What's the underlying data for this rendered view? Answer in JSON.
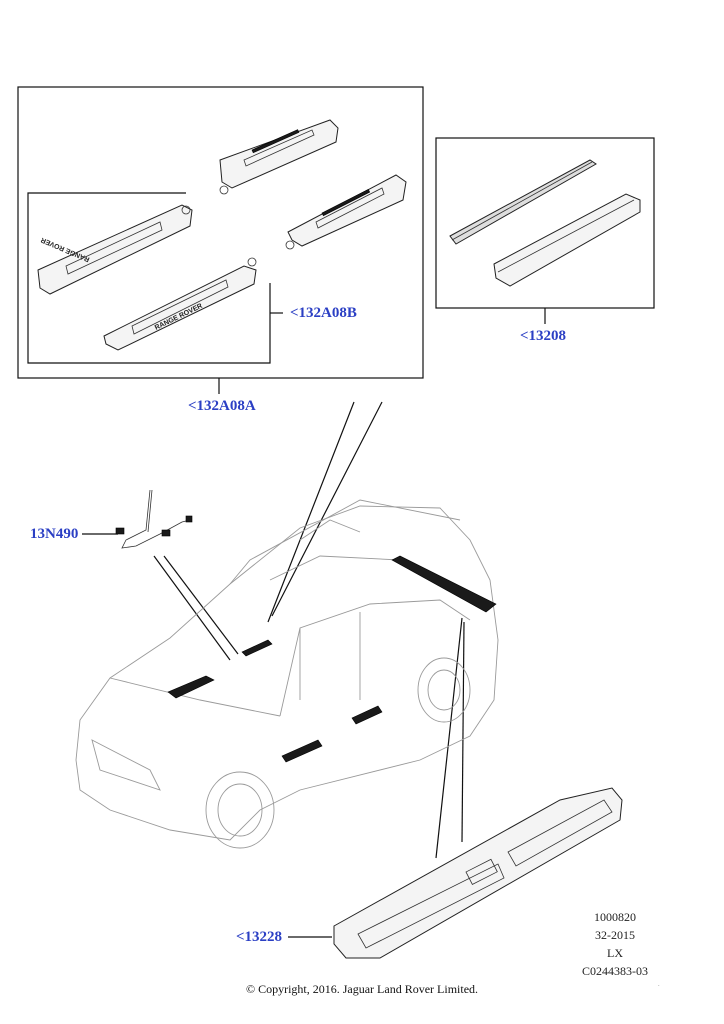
{
  "callouts": {
    "kit_132A08A": "<132A08A",
    "kit_132A08B": "<132A08B",
    "part_13208": "<13208",
    "part_13N490": "13N490",
    "part_13228": "<13228"
  },
  "sill_branding_text": "RANGE ROVER",
  "info_block": {
    "line1": "1000820",
    "line2": "32-2015",
    "line3": "LX",
    "line4": "C0244383-03"
  },
  "copyright": "© Copyright, 2016. Jaguar Land Rover Limited."
}
